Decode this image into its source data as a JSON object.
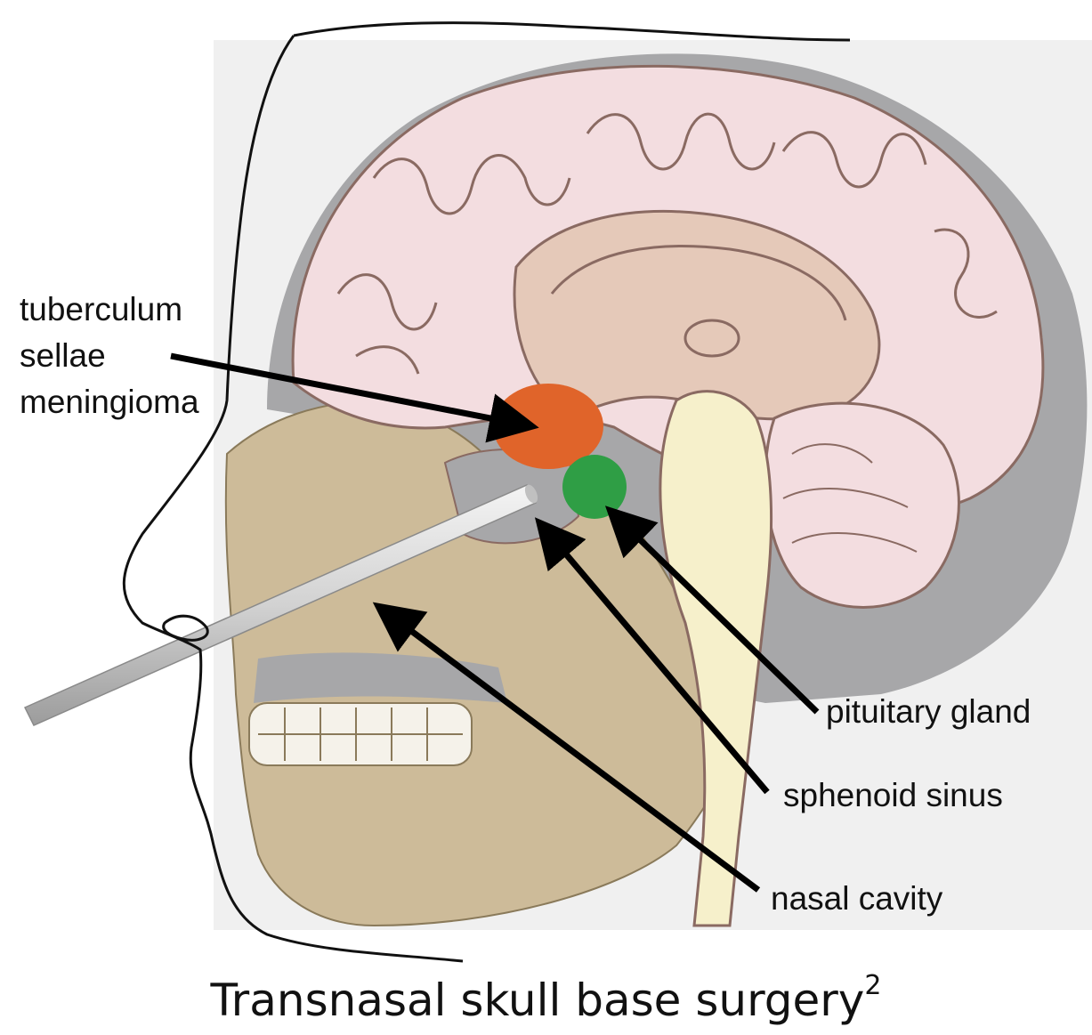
{
  "labels": {
    "tumor_line1": "tuberculum",
    "tumor_line2": "sellae",
    "tumor_line3": "meningioma",
    "pituitary": "pituitary gland",
    "sphenoid": "sphenoid sinus",
    "nasal": "nasal cavity"
  },
  "caption": {
    "text": "Transnasal skull base surgery",
    "superscript": "2"
  },
  "colors": {
    "brain": "#f3dde0",
    "brain_outline": "#8a6a62",
    "deep_brain": "#e5c9b9",
    "bone": "#cdbb99",
    "skull_gray": "#a7a7a9",
    "brainstem": "#f6f0cb",
    "tumor": "#e0642a",
    "pituitary_gland": "#2f9e45",
    "instrument": "#d9d9d9",
    "arrow": "#000000"
  }
}
